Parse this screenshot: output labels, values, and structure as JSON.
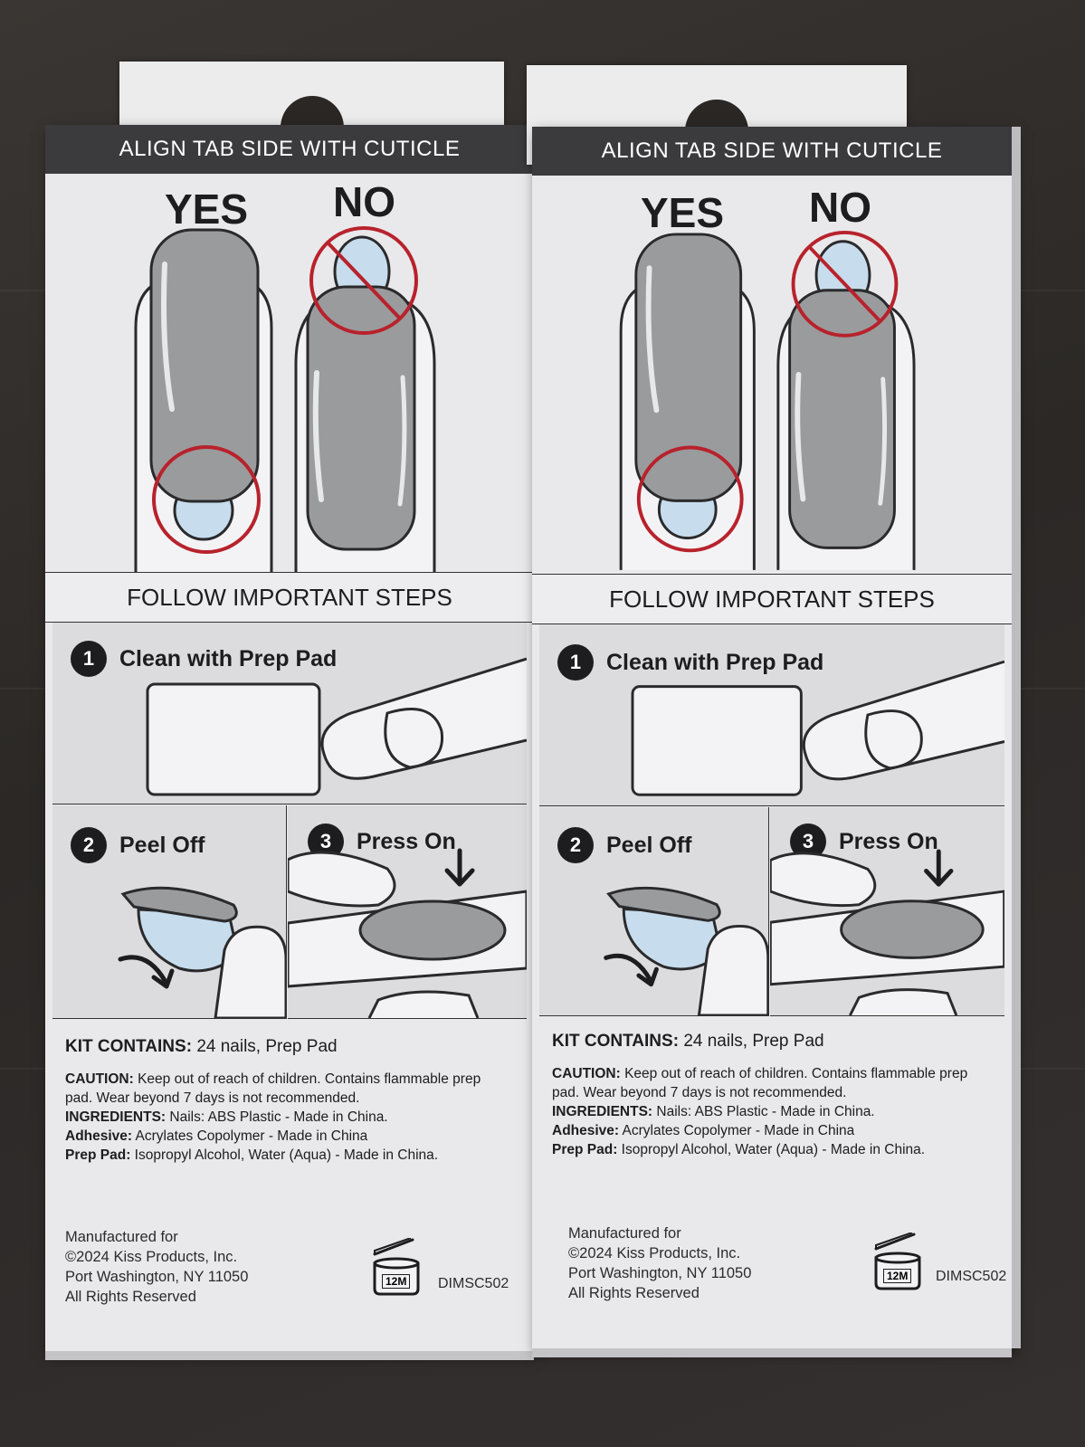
{
  "boxes": [
    {
      "header": "ALIGN TAB SIDE WITH CUTICLE",
      "yes_label": "YES",
      "no_label": "NO",
      "steps_heading": "FOLLOW IMPORTANT STEPS",
      "step1": {
        "num": "1",
        "label": "Clean with Prep Pad"
      },
      "step2": {
        "num": "2",
        "label": "Peel Off"
      },
      "step3": {
        "num": "3",
        "label": "Press On"
      },
      "kit_label": "KIT CONTAINS:",
      "kit_value": "24 nails, Prep Pad",
      "caution_label": "CAUTION:",
      "caution_line1": "Keep out of reach of children. Contains flammable prep",
      "caution_line2": "pad. Wear beyond 7 days is not recommended.",
      "ingredients_label": "INGREDIENTS:",
      "ingredients_value": "Nails: ABS Plastic - Made in China.",
      "adhesive_label": "Adhesive:",
      "adhesive_value": "Acrylates Copolymer - Made in China",
      "prep_label": "Prep Pad:",
      "prep_value": "Isopropyl Alcohol, Water (Aqua) - Made in China.",
      "mfg_line1": "Manufactured for",
      "mfg_line2": "©2024 Kiss Products, Inc.",
      "mfg_line3": "Port Washington, NY 11050",
      "mfg_line4": "All Rights Reserved",
      "pao": "12M",
      "code": "DIMSC502"
    },
    {
      "header": "ALIGN TAB SIDE WITH CUTICLE",
      "yes_label": "YES",
      "no_label": "NO",
      "steps_heading": "FOLLOW IMPORTANT STEPS",
      "step1": {
        "num": "1",
        "label": "Clean with Prep Pad"
      },
      "step2": {
        "num": "2",
        "label": "Peel Off"
      },
      "step3": {
        "num": "3",
        "label": "Press On"
      },
      "kit_label": "KIT CONTAINS:",
      "kit_value": "24 nails, Prep Pad",
      "caution_label": "CAUTION:",
      "caution_line1": "Keep out of reach of children. Contains flammable prep",
      "caution_line2": "pad. Wear beyond 7 days is not recommended.",
      "ingredients_label": "INGREDIENTS:",
      "ingredients_value": "Nails: ABS Plastic - Made in China.",
      "adhesive_label": "Adhesive:",
      "adhesive_value": "Acrylates Copolymer - Made in China",
      "prep_label": "Prep Pad:",
      "prep_value": "Isopropyl Alcohol, Water (Aqua) - Made in China.",
      "mfg_line1": "Manufactured for",
      "mfg_line2": "©2024 Kiss Products, Inc.",
      "mfg_line3": "Port Washington, NY 11050",
      "mfg_line4": "All Rights Reserved",
      "pao": "12M",
      "code": "DIMSC502"
    }
  ],
  "colors": {
    "nail_gray": "#9a9b9d",
    "tab_blue": "#c7dcec",
    "circle_red": "#b8222c",
    "header_dark": "#3b3b3d"
  }
}
